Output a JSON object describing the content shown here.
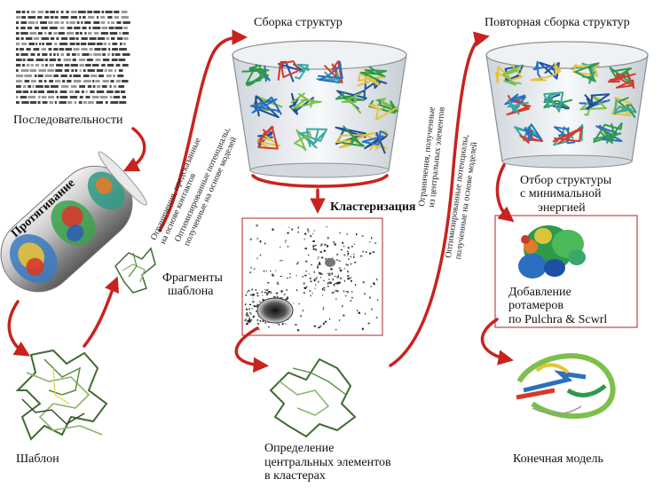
{
  "labels": {
    "sequences": "Последовательности",
    "threading": "Протягивание",
    "template": "Шаблон",
    "fragments_l1": "Фрагменты",
    "fragments_l2": "шаблона",
    "assembly": "Сборка структур",
    "clustering": "Кластеризация",
    "centers_l1": "Определение",
    "centers_l2": "центральных элементов",
    "centers_l3": "в кластерах",
    "reassembly": "Повторная сборка структур",
    "selection_l1": "Отбор структуры",
    "selection_l2": "с минимальной",
    "selection_l3": "энергией",
    "rotamers_l1": "Добавление",
    "rotamers_l2": "ротамеров",
    "rotamers_l3": "по Pulchra & Scwrl",
    "final_model": "Конечная модель"
  },
  "rotated_notes": {
    "left_a1": "Ограничения, предсказанные",
    "left_a2": "на основе контактов",
    "left_b1": "Оптимизированные потенциалы,",
    "left_b2": "полученные на основе моделей",
    "right_a1": "Ограничения, полученные",
    "right_a2": "из центральных элементов",
    "right_b1": "Оптимизированные потенциалы,",
    "right_b2": "полученные на основе моделей"
  },
  "colors": {
    "arrow": "#c8231e",
    "box_border": "#b22222",
    "backbone": "#3f6b32",
    "backbone_light": "#8db56a"
  }
}
